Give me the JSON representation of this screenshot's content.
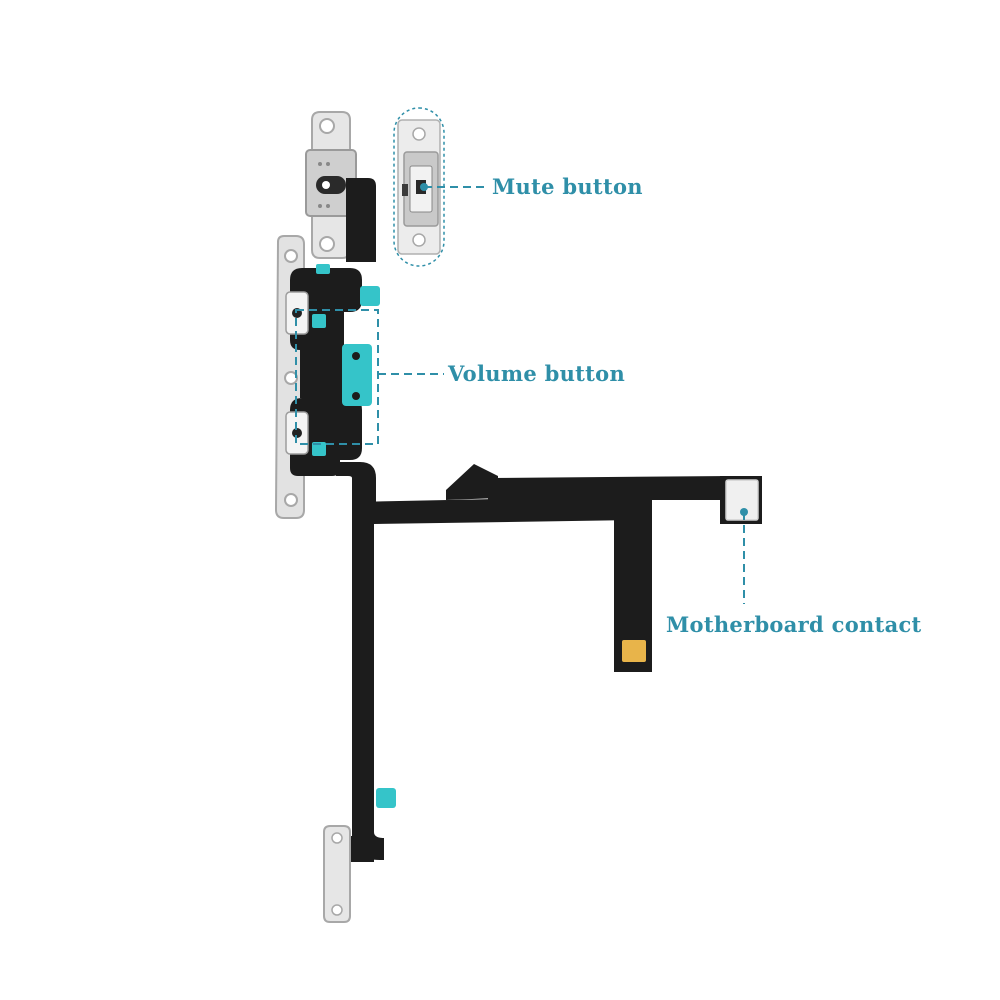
{
  "colors": {
    "background": "#ffffff",
    "accent": "#2f8fa8",
    "cable": "#1c1c1c",
    "bracket": "#dcdcdc",
    "bracket_edge": "#a8a8a8",
    "adhesive": "#35c4c9",
    "contact_pad": "#e8b44a"
  },
  "callouts": {
    "mute": {
      "label": "Mute button"
    },
    "volume": {
      "label": "Volume button"
    },
    "motherboard": {
      "label": "Motherboard contact"
    }
  }
}
